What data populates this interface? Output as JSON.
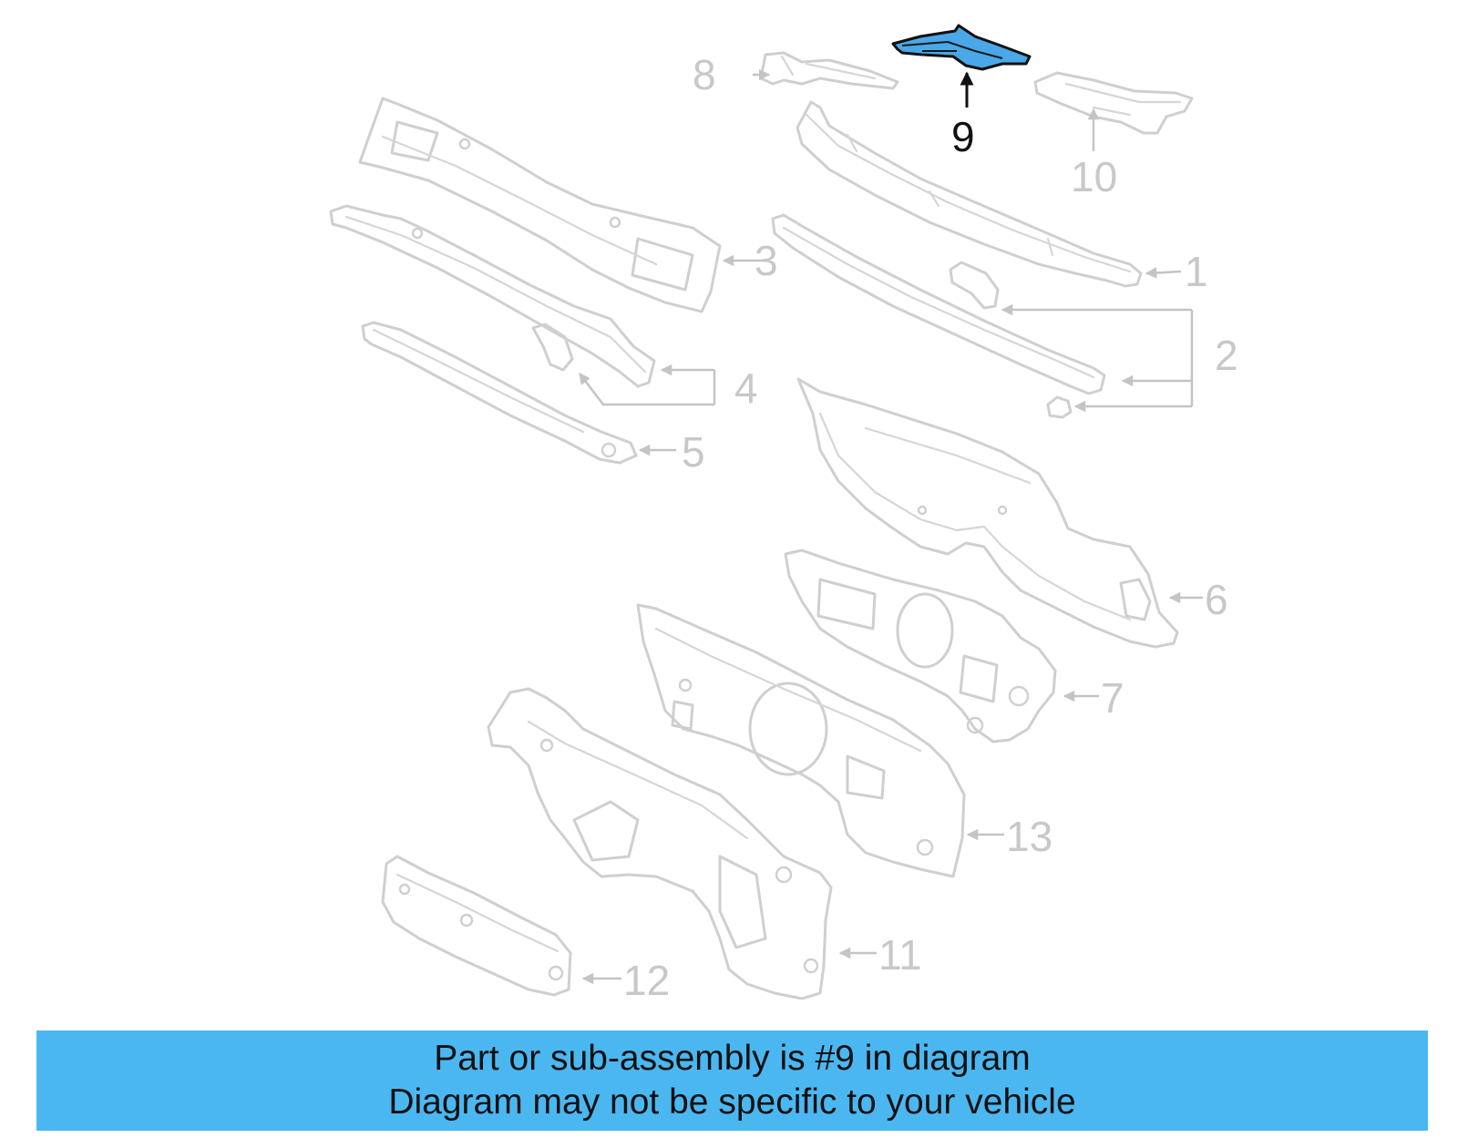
{
  "diagram": {
    "callouts": {
      "c1": "1",
      "c2": "2",
      "c3": "3",
      "c4": "4",
      "c5": "5",
      "c6": "6",
      "c7": "7",
      "c8": "8",
      "c9": "9",
      "c10": "10",
      "c11": "11",
      "c12": "12",
      "c13": "13"
    },
    "highlighted_part": "9",
    "highlight_color": "#4aa8e8",
    "part_color": "#cfcfcf"
  },
  "banner": {
    "line1": "Part or sub-assembly is #9 in diagram",
    "line2": "Diagram may not be specific to your vehicle",
    "background": "#4bb7f1"
  }
}
